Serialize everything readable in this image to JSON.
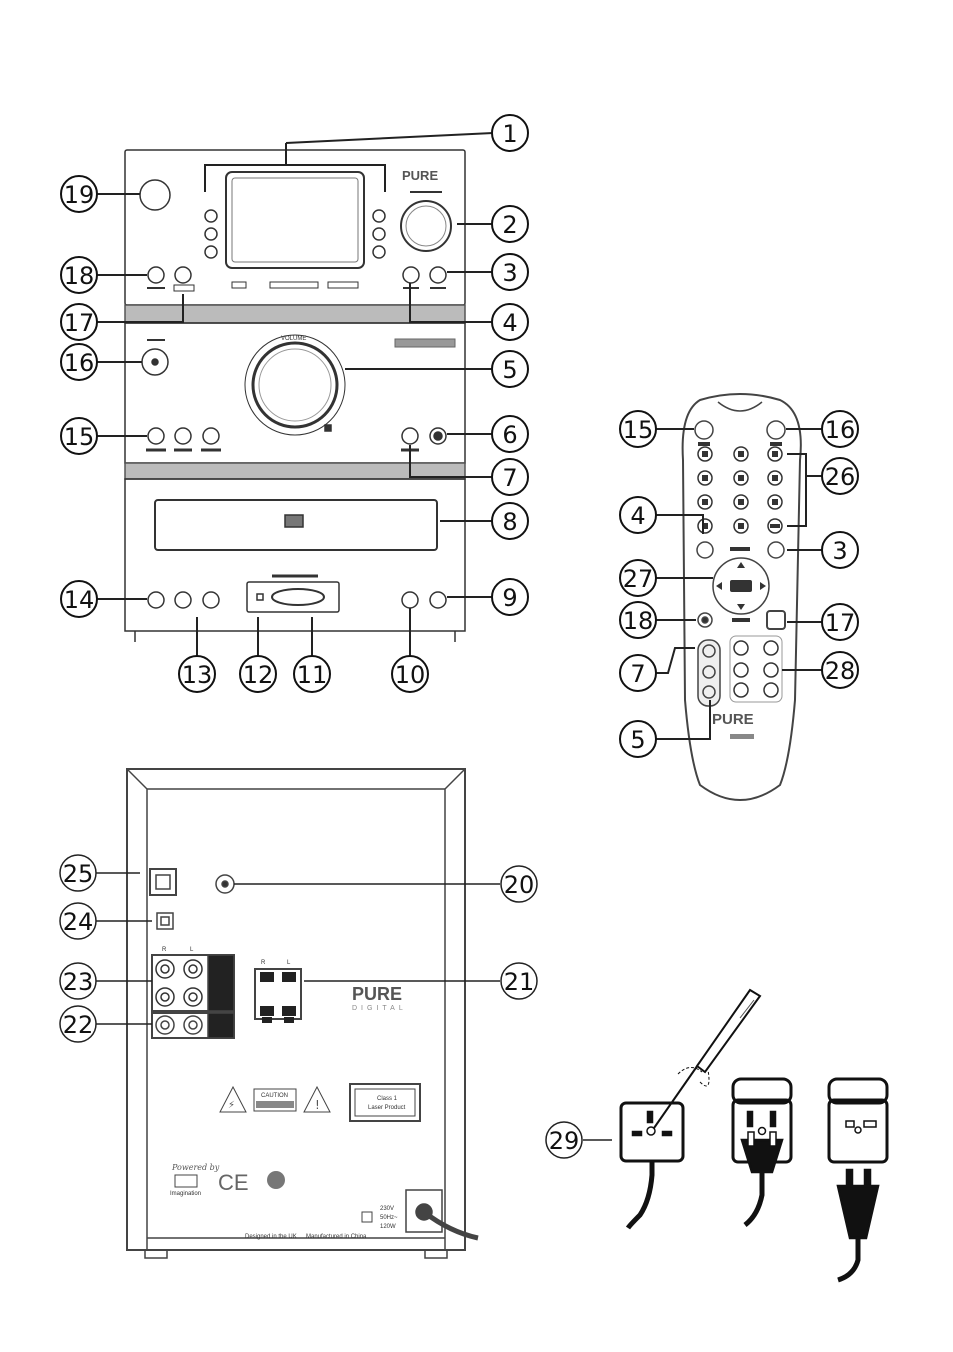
{
  "brand": {
    "name": "PURE",
    "digital": "DIGITAL"
  },
  "unit_labels": {
    "volume": "VOLUME",
    "caution": "CAUTION",
    "laser_line1": "Class 1",
    "laser_line2": "Laser Product",
    "powered_by": "Powered by",
    "imagination": "Imagination",
    "rating_line1": "230V",
    "rating_line2": "50Hz~",
    "rating_line3": "120W",
    "designed": "Designed in the UK",
    "manufactured": "Manufactured in China",
    "ce": "CE",
    "speaker_r": "R",
    "speaker_l": "L"
  },
  "callouts": {
    "main_unit": [
      "1",
      "2",
      "3",
      "4",
      "5",
      "6",
      "7",
      "8",
      "9",
      "10",
      "11",
      "12",
      "13",
      "14",
      "15",
      "16",
      "17",
      "18",
      "19"
    ],
    "remote": [
      "15",
      "16",
      "26",
      "4",
      "3",
      "27",
      "18",
      "17",
      "7",
      "28",
      "5"
    ],
    "rear": [
      "25",
      "20",
      "24",
      "23",
      "21",
      "22"
    ],
    "plug": [
      "29"
    ]
  }
}
